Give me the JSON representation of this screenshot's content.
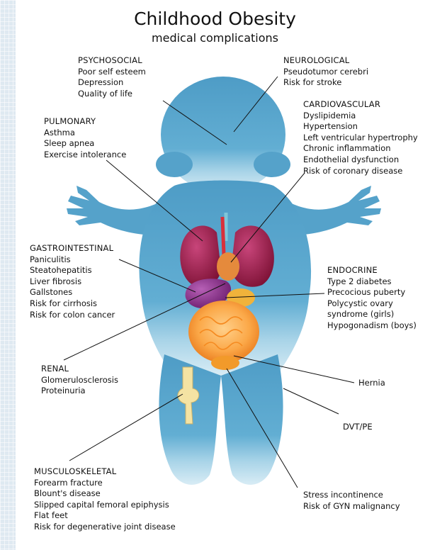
{
  "title": "Childhood Obesity",
  "subtitle": "medical complications",
  "colors": {
    "silhouette": "#5aa5cc",
    "silhouette_light": "#b9dcec",
    "lungs": "#9b1e49",
    "liver": "#8a2f8c",
    "intestine": "#f5941f",
    "bone": "#f4e3a3",
    "leader": "#111111"
  },
  "groups": {
    "psychosocial": {
      "heading": "PSYCHOSOCIAL",
      "items": [
        "Poor self esteem",
        "Depression",
        "Quality of life"
      ]
    },
    "neurological": {
      "heading": "NEUROLOGICAL",
      "items": [
        "Pseudotumor cerebri",
        "Risk for stroke"
      ]
    },
    "cardiovascular": {
      "heading": "CARDIOVASCULAR",
      "items": [
        "Dyslipidemia",
        "Hypertension",
        "Left ventricular hypertrophy",
        "Chronic inflammation",
        "Endothelial dysfunction",
        "Risk of coronary disease"
      ]
    },
    "pulmonary": {
      "heading": "PULMONARY",
      "items": [
        "Asthma",
        "Sleep apnea",
        "Exercise intolerance"
      ]
    },
    "gastrointestinal": {
      "heading": "GASTROINTESTINAL",
      "items": [
        "Paniculitis",
        "Steatohepatitis",
        "Liver fibrosis",
        "Gallstones",
        "Risk for cirrhosis",
        "Risk for colon cancer"
      ]
    },
    "endocrine": {
      "heading": "ENDOCRINE",
      "items": [
        "Type 2 diabetes",
        "Precocious puberty",
        "Polycystic ovary",
        "syndrome (girls)",
        "Hypogonadism (boys)"
      ]
    },
    "renal": {
      "heading": "RENAL",
      "items": [
        "Glomerulosclerosis",
        "Proteinuria"
      ]
    },
    "hernia": {
      "heading": "",
      "items": [
        "Hernia"
      ]
    },
    "dvt": {
      "heading": "",
      "items": [
        "DVT/PE"
      ]
    },
    "musculoskeletal": {
      "heading": "MUSCULOSKELETAL",
      "items": [
        "Forearm fracture",
        "Blount's disease",
        "Slipped capital femoral epiphysis",
        "Flat feet",
        "Risk for degenerative joint disease"
      ]
    },
    "stress": {
      "heading": "",
      "items": [
        "Stress incontinence",
        "Risk of GYN malignancy"
      ]
    }
  }
}
